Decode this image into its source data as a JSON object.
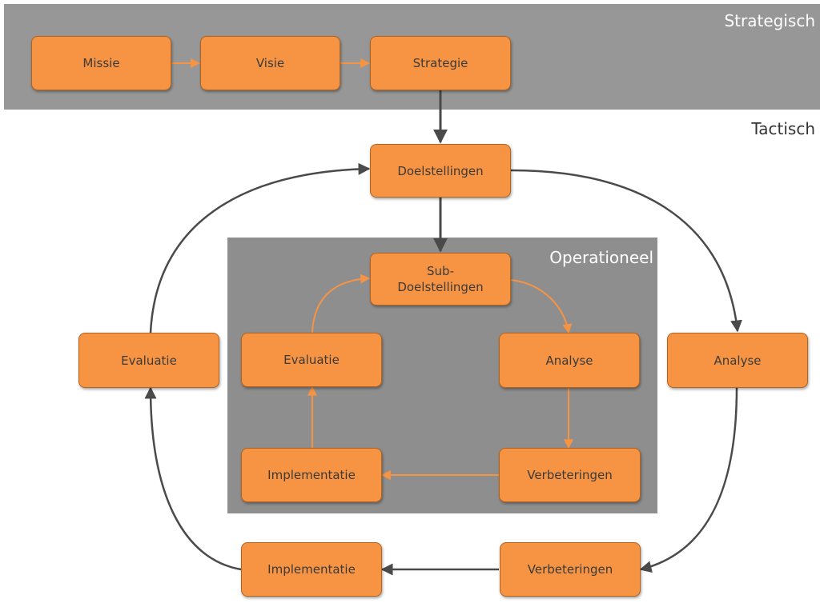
{
  "layers": {
    "strategic": "Strategisch",
    "tactical": "Tactisch",
    "operational": "Operationeel"
  },
  "strategic_nodes": {
    "mission": "Missie",
    "vision": "Visie",
    "strategy": "Strategie"
  },
  "tactical_nodes": {
    "goals": "Doelstellingen",
    "analysis": "Analyse",
    "improvements": "Verbeteringen",
    "implementation": "Implementatie",
    "evaluation": "Evaluatie"
  },
  "operational_nodes": {
    "subgoals_line1": "Sub-",
    "subgoals_line2": "Doelstellingen",
    "analysis": "Analyse",
    "improvements": "Verbeteringen",
    "implementation": "Implementatie",
    "evaluation": "Evaluatie"
  },
  "colors": {
    "node_fill": "#f79443",
    "band_gray": "#979797",
    "dark_arrow": "#4a4a4a",
    "orange_arrow": "#f79443"
  }
}
